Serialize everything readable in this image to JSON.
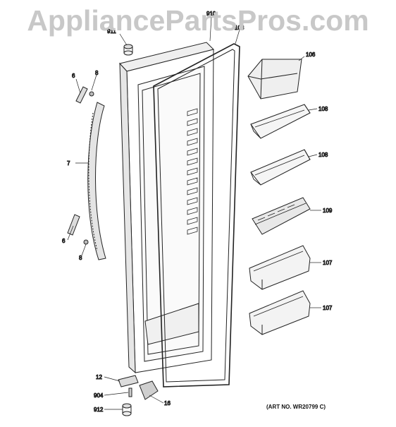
{
  "watermark": "AppliancePartsPros.com",
  "art_number": "(ART NO. WR20799 C)",
  "labels": {
    "p910": "910",
    "p103": "103",
    "p911": "911",
    "p106": "106",
    "p6a": "6",
    "p8a": "8",
    "p108a": "108",
    "p108b": "108",
    "p7": "7",
    "p109": "109",
    "p6b": "6",
    "p8b": "8",
    "p107a": "107",
    "p107b": "107",
    "p12": "12",
    "p904": "904",
    "p16": "16",
    "p912": "912"
  },
  "colors": {
    "line": "#222222",
    "shade": "#d8d8d8",
    "watermark": "#c8c8c8"
  }
}
